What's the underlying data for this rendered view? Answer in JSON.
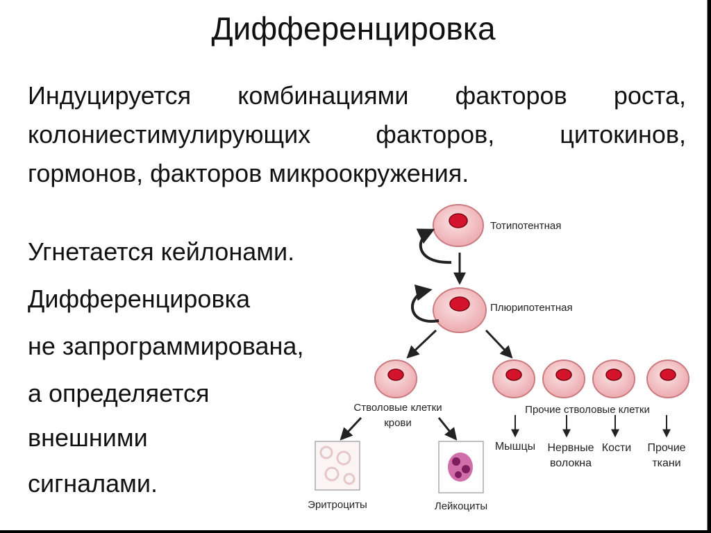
{
  "title": "Дифференцировка",
  "paragraph": "Индуцируется комбинациями факторов роста, колониестимулирующих факторов, цитокинов, гормонов, факторов микроокружения.",
  "lines": [
    "Угнетается кейлонами.",
    "Дифференцировка",
    "не запрограммирована,",
    "а определяется",
    "внешними",
    "сигналами."
  ],
  "diagram": {
    "totipotent": "Тотипотентная",
    "pluripotent": "Плюрипотентная",
    "blood_stem_line1": "Стволовые клетки",
    "blood_stem_line2": "крови",
    "other_stem": "Прочие стволовые клетки",
    "erythrocytes": "Эритроциты",
    "leukocytes": "Лейкоциты",
    "muscles": "Мышцы",
    "nerve_line1": "Нервные",
    "nerve_line2": "волокна",
    "bones": "Кости",
    "other_tissue_line1": "Прочие",
    "other_tissue_line2": "ткани",
    "colors": {
      "cell_fill": "#f0b8bb",
      "cell_stroke": "#c97b80",
      "nucleus": "#d3142c",
      "arrow": "#222222"
    }
  }
}
